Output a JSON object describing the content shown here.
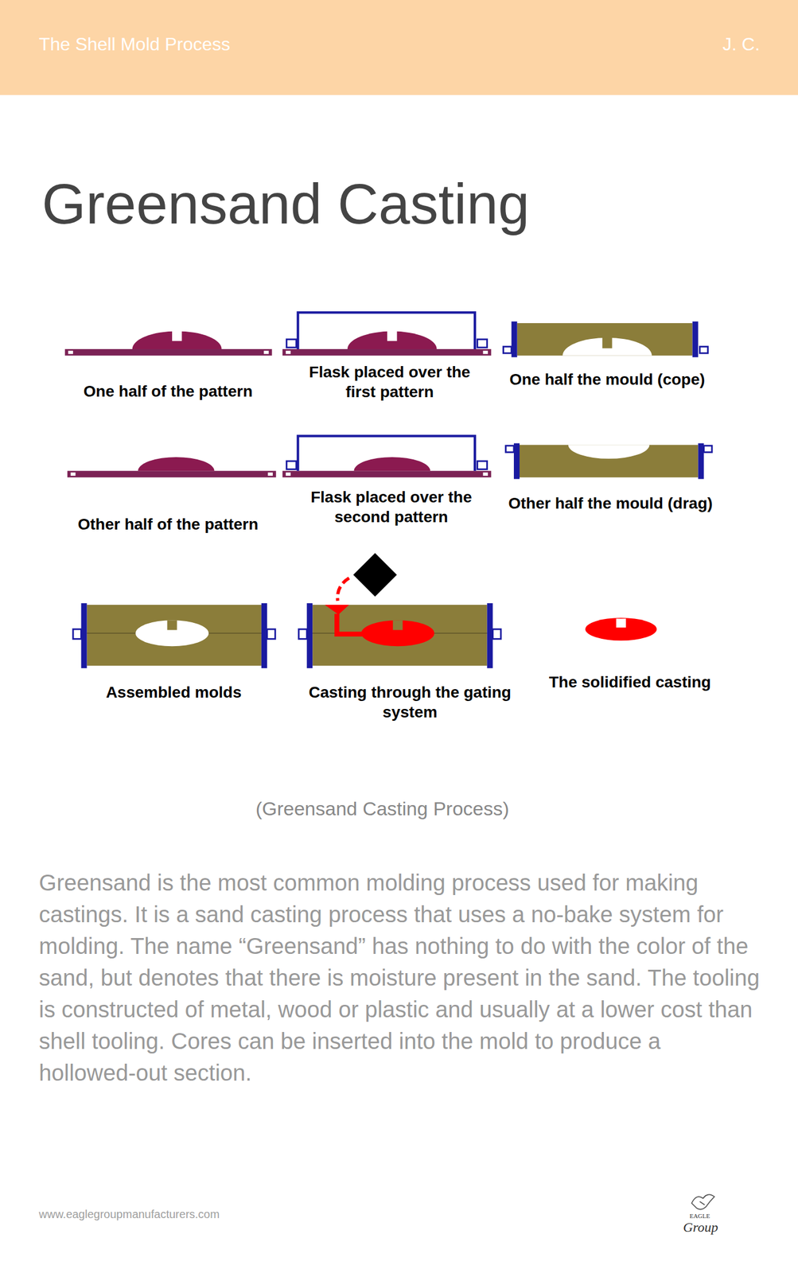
{
  "diagram": {
    "title": "Greensand Casting",
    "caption": "(Greensand Casting Process)",
    "labels": [
      "The Shell Mold Process",
      "J. C.",
      "One half of the pattern",
      "Flask placed over the first pattern",
      "One half the mould (cope)",
      "Other half of the pattern",
      "Flask placed over the second pattern",
      "Other half the mould (drag)",
      "Assembled molds",
      "Casting through the gating system",
      "The solidified casting",
      "Greensand is the most common molding process used for making castings. It is a sand casting process that uses a no-bake system for molding. The name “Greensand” has nothing to do with the color of the sand, but denotes that there is moisture present in the sand. The tooling is constructed of metal, wood or plastic and usually at a lower cost than shell tooling. Cores can be inserted into the mold to produce a hollowed-out section.",
      "www.eaglegroupmanufacturers.com",
      "EAGLE",
      "Group"
    ]
  }
}
